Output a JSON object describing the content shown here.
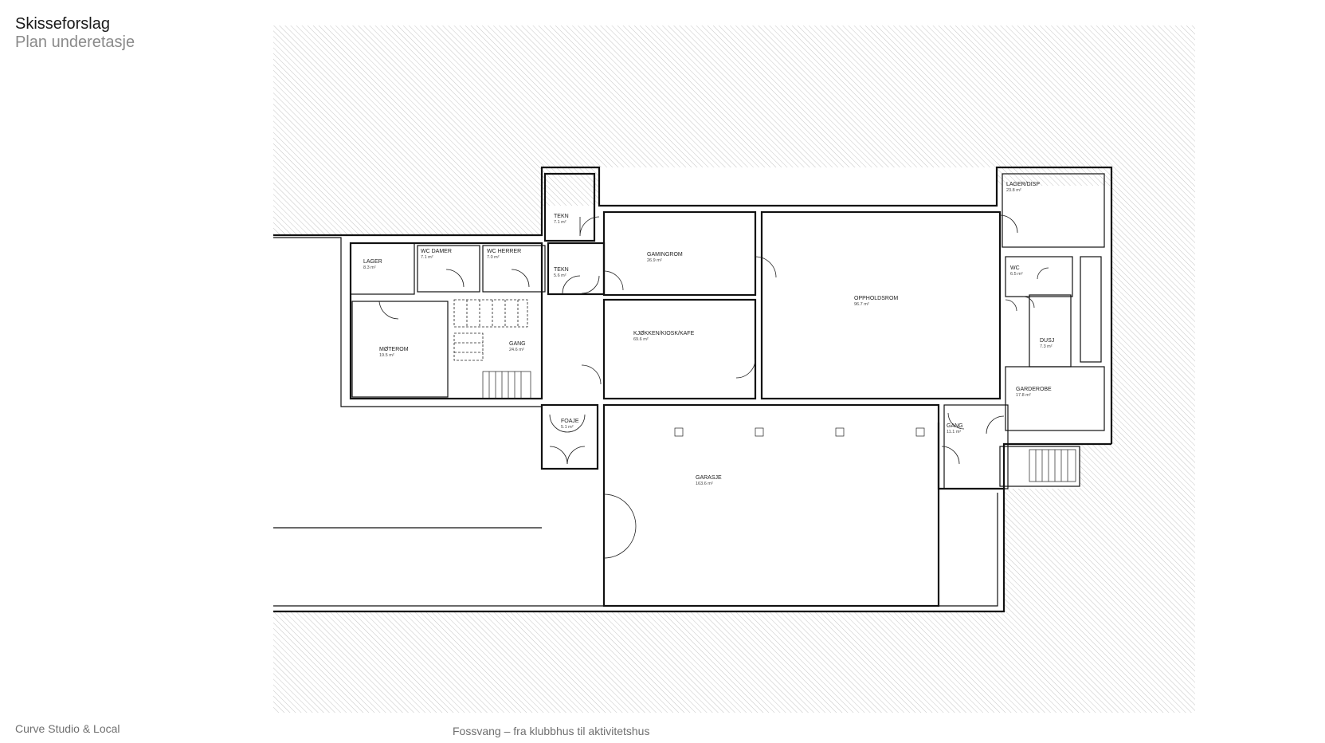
{
  "header": {
    "title": "Skisseforslag",
    "subtitle": "Plan underetasje"
  },
  "footer": {
    "left": "Curve Studio & Local",
    "center": "Fossvang – fra klubbhus til aktivitetshus"
  },
  "rooms": [
    {
      "name": "TEKN",
      "area": "7.1 m²"
    },
    {
      "name": "GAMINGROM",
      "area": "26.9 m²"
    },
    {
      "name": "OPPHOLDSROM",
      "area": "96.7 m²"
    },
    {
      "name": "LAGER/DISP",
      "area": "23.8 m²"
    },
    {
      "name": "LAGER",
      "area": "8.3 m²"
    },
    {
      "name": "WC DAMER",
      "area": "7.1 m²"
    },
    {
      "name": "WC HERRER",
      "area": "7.0 m²"
    },
    {
      "name": "TEKN",
      "area": "5.6 m²"
    },
    {
      "name": "WC",
      "area": "6.5 m²"
    },
    {
      "name": "MØTEROM",
      "area": "19.5 m²"
    },
    {
      "name": "GANG",
      "area": "24.6 m²"
    },
    {
      "name": "KJØKKEN/KIOSK/KAFE",
      "area": "69.6 m²"
    },
    {
      "name": "DUSJ",
      "area": "7.3 m²"
    },
    {
      "name": "GARDEROBE",
      "area": "17.8 m²"
    },
    {
      "name": "FOAJE",
      "area": "5.1 m²"
    },
    {
      "name": "GANG",
      "area": "11.1 m²"
    },
    {
      "name": "GARASJE",
      "area": "163.6 m²"
    }
  ]
}
